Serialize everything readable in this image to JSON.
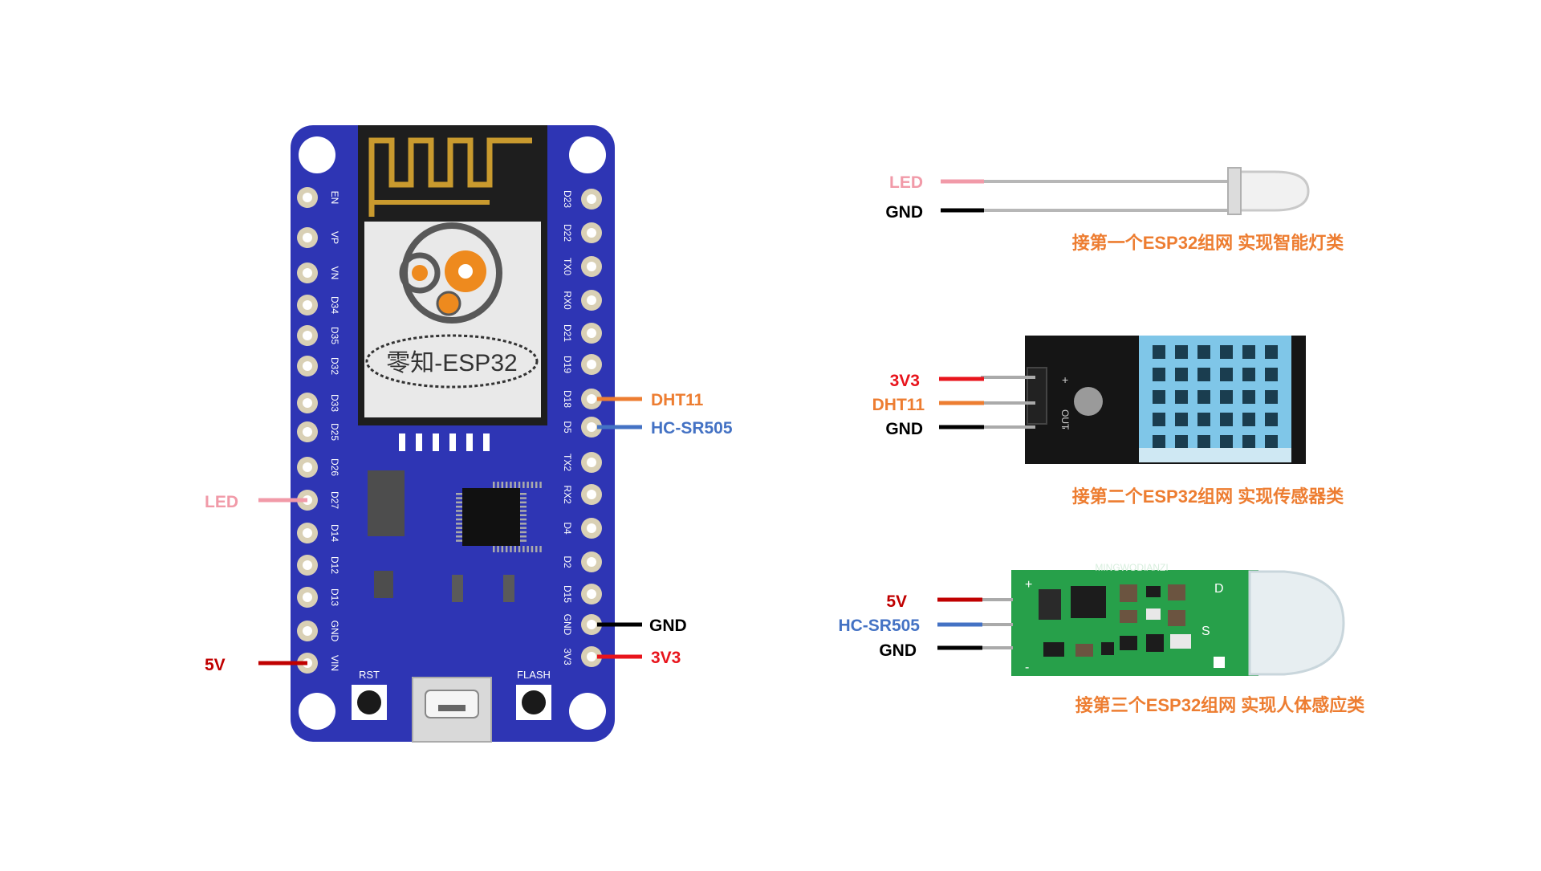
{
  "board": {
    "logo_text": "零知-ESP32",
    "left_pins": [
      "EN",
      "VP",
      "VN",
      "D34",
      "D35",
      "D32",
      "D33",
      "D25",
      "D26",
      "D27",
      "D14",
      "D12",
      "D13",
      "GND",
      "VIN"
    ],
    "right_pins": [
      "D23",
      "D22",
      "TX0",
      "RX0",
      "D21",
      "D19",
      "D18",
      "D5",
      "TX2",
      "RX2",
      "D4",
      "D2",
      "D15",
      "GND",
      "3V3"
    ],
    "buttons": {
      "rst": "RST",
      "flash": "FLASH"
    },
    "wires": {
      "led": "LED",
      "vin": "5V",
      "d18": "DHT11",
      "d5": "HC-SR505",
      "gnd": "GND",
      "v33": "3V3"
    }
  },
  "modules": {
    "led": {
      "pin_labels": [
        "LED",
        "GND"
      ],
      "caption": "接第一个ESP32组网 实现智能灯类"
    },
    "dht11": {
      "pin_labels": [
        "3V3",
        "DHT11",
        "GND"
      ],
      "caption": "接第二个ESP32组网 实现传感器类",
      "silk": [
        "+",
        "OUT",
        "-"
      ]
    },
    "pir": {
      "pin_labels": [
        "5V",
        "HC-SR505",
        "GND"
      ],
      "caption": "接第三个ESP32组网 实现人体感应类",
      "silk": [
        "+",
        "D",
        "S",
        "-"
      ],
      "brand": "MINGWODIANZI"
    }
  },
  "colors": {
    "board": "#2e35b4",
    "led_wire": "#f19aa8",
    "power_red": "#c00000",
    "v33_red": "#e8141c",
    "dht_orange": "#ed7d31",
    "pir_blue": "#4472c4",
    "gnd_black": "#000000",
    "caption_orange": "#ed7d31",
    "dht_body": "#7fc6e8",
    "pir_pcb": "#27a04a"
  }
}
